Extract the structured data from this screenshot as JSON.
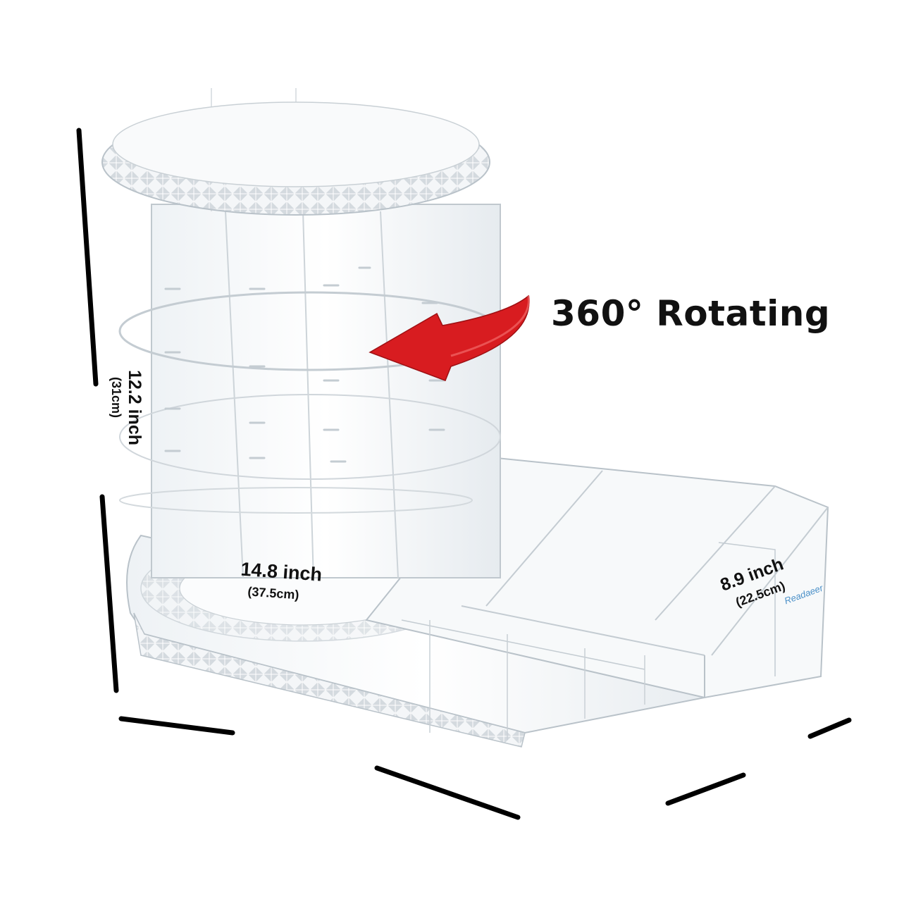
{
  "headline": "360° Rotating",
  "dimensions": {
    "height": {
      "imperial": "12.2 inch",
      "metric": "(31cm)"
    },
    "width": {
      "imperial": "14.8 inch",
      "metric": "(37.5cm)"
    },
    "depth": {
      "imperial": "8.9 inch",
      "metric": "(22.5cm)"
    }
  },
  "brand": "Readaeer",
  "colors": {
    "arrow": "#d81c20",
    "dimension_line": "#000000",
    "acrylic_edge": "#b9c2c9"
  }
}
